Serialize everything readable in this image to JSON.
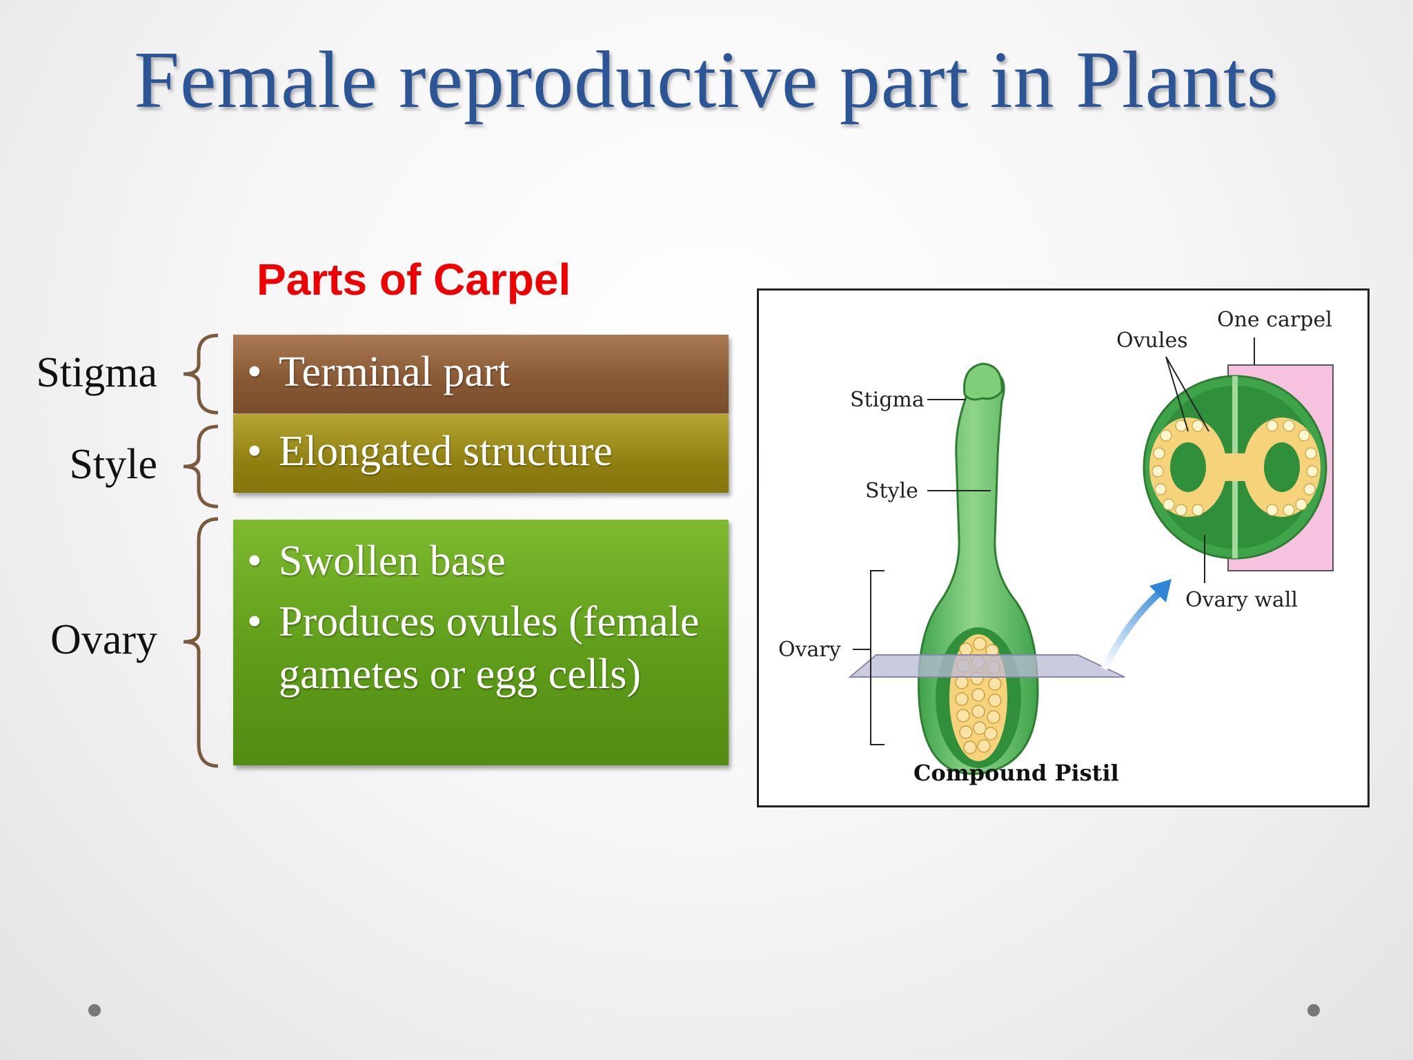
{
  "title": "Female reproductive part in Plants",
  "section_heading": "Parts of Carpel",
  "parts": [
    {
      "label": "Stigma",
      "points": [
        "Terminal part"
      ],
      "color": "#8a5a35"
    },
    {
      "label": "Style",
      "points": [
        "Elongated structure"
      ],
      "color": "#918112"
    },
    {
      "label": "Ovary",
      "points": [
        "Swollen base",
        "Produces ovules (female gametes or egg cells)"
      ],
      "color": "#5f9d1a"
    }
  ],
  "figure": {
    "labels": {
      "stigma": "Stigma",
      "style": "Style",
      "ovary": "Ovary",
      "ovules": "Ovules",
      "one_carpel": "One carpel",
      "ovary_wall": "Ovary wall"
    },
    "caption": "Compound Pistil",
    "colors": {
      "pistil": "#6cc26a",
      "ovule": "#f6d37a",
      "carpel_highlight": "#f6c2e0",
      "arrow": "#3d8fd6"
    }
  }
}
